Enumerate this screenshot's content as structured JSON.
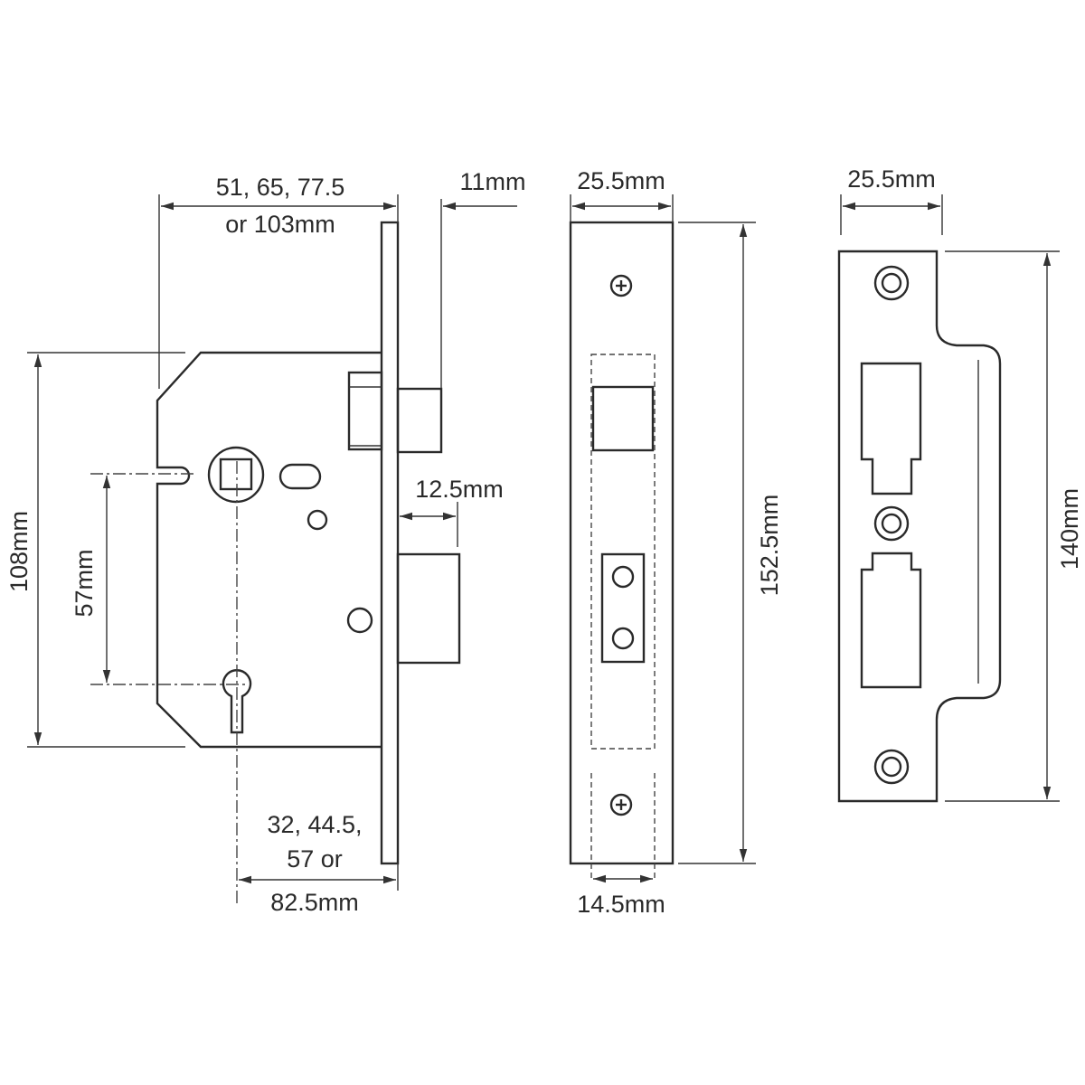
{
  "title": "Sash lock dimensions diagram",
  "labels": {
    "backset_line1": "51, 65, 77.5",
    "backset_line2": "or 103mm",
    "latch_throw": "11mm",
    "body_height": "108mm",
    "centres": "57mm",
    "bolt_throw": "12.5mm",
    "case_line1": "32, 44.5,",
    "case_line2": "57 or",
    "case_line3": "82.5mm",
    "forend_width": "25.5mm",
    "forend_height": "152.5mm",
    "forend_depth": "14.5mm",
    "strike_width": "25.5mm",
    "strike_height": "140mm"
  },
  "colors": {
    "line": "#2a2a2a",
    "background": "#ffffff"
  }
}
